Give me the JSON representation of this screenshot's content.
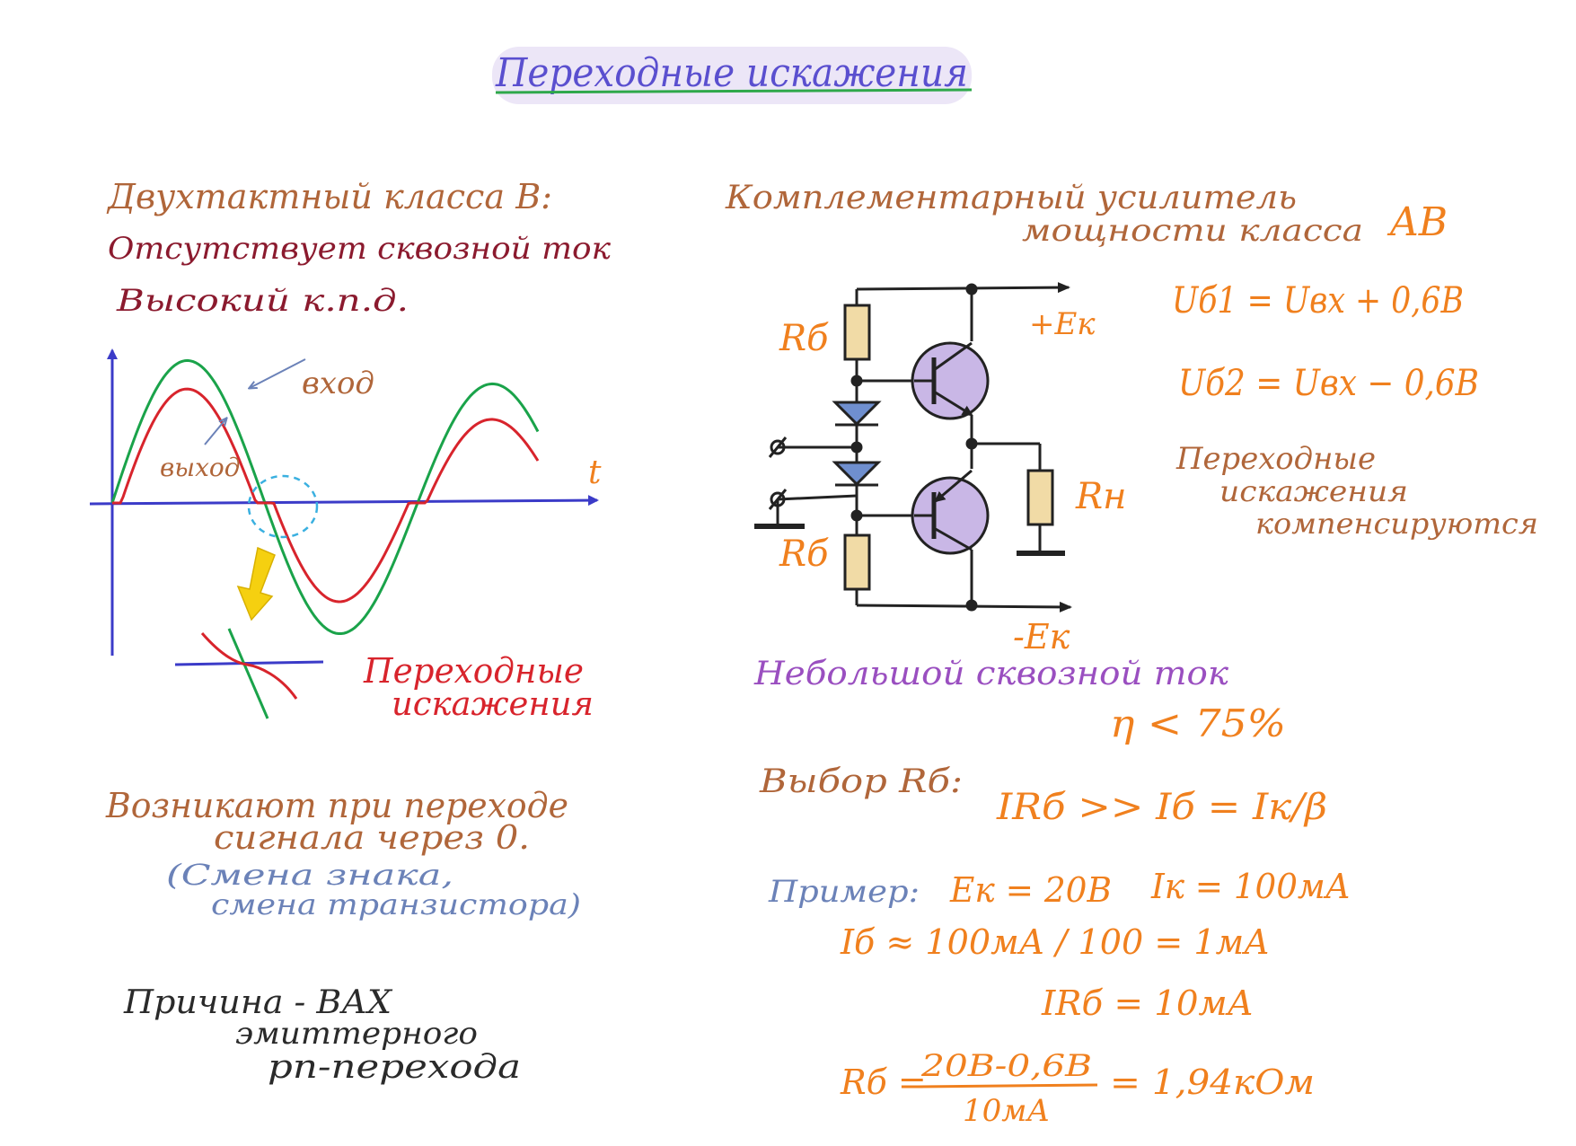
{
  "title": "Переходные искажения",
  "left": {
    "heading": "Двухтактный класса В:",
    "point1": "Отсутствует сквозной ток",
    "point2": "Высокий к.п.д.",
    "graph": {
      "t_label": "t",
      "input_label": "вход",
      "output_label": "выход",
      "distortion_label_1": "Переходные",
      "distortion_label_2": "искажения"
    },
    "arise_1": "Возникают при переходе",
    "arise_2": "сигнала через 0.",
    "paren_1": "(Смена знака,",
    "paren_2": "смена транзистора)",
    "cause_1": "Причина - ВАХ",
    "cause_2": "эмиттерного",
    "cause_3": "pn-перехода"
  },
  "right": {
    "heading_1": "Комплементарный усилитель",
    "heading_2": "мощности класса",
    "heading_ab": "AB",
    "circuit": {
      "rb_top": "Rб",
      "rb_bottom": "Rб",
      "rn": "Rн",
      "plus_ek": "+Eк",
      "minus_ek": "-Eк"
    },
    "eq_ub1": "Uб1 = Uвх + 0,6В",
    "eq_ub2": "Uб2 = Uвх − 0,6В",
    "compensate_1": "Переходные",
    "compensate_2": "искажения",
    "compensate_3": "компенсируются",
    "small_current": "Небольшой сквозной ток",
    "efficiency": "η < 75%",
    "choice_label": "Выбор Rб:",
    "choice_formula": "IRб >> Iб = Iк/β",
    "example_label": "Пример:",
    "example_ek": "Eк = 20В",
    "example_ik": "Iк = 100мА",
    "example_ib": "Iб ≈ 100мА / 100 = 1мА",
    "example_irb": "IRб = 10мА",
    "rb_prefix": "Rб =",
    "rb_numerator": "20В-0,6В",
    "rb_denominator": "10мА",
    "rb_result": "= 1,94кОм"
  },
  "colors": {
    "title": "#5a4fcf",
    "title_underline": "#2ea84a",
    "brown": "#b0663a",
    "maroon": "#8b1a2e",
    "dark": "#2a2a2a",
    "orange": "#f0801e",
    "purple": "#9a4fc0",
    "blue_gray": "#6b82b8",
    "axis_blue": "#3b3bc8",
    "green_wave": "#1aa34a",
    "red_wave": "#d8242c",
    "yellow_arrow": "#f5d010",
    "resistor_fill": "#f1dba6",
    "transistor_fill": "#c9b7e6",
    "diode_fill": "#6f8fcf",
    "dashed_circle": "#3ab0e0",
    "wire": "#222222"
  }
}
